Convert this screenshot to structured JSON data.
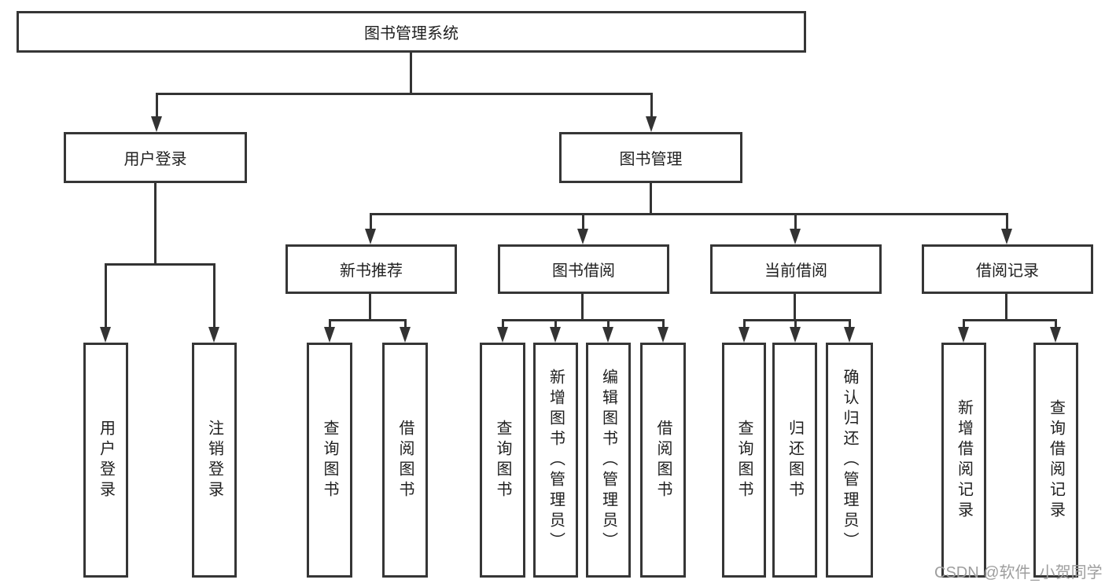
{
  "diagram_title": "图书管理系统",
  "nodes": {
    "root": "图书管理系统",
    "user_login": "用户登录",
    "book_mgmt": "图书管理",
    "new_book": "新书推荐",
    "book_borrow": "图书借阅",
    "current_borrow": "当前借阅",
    "borrow_record": "借阅记录",
    "leaf_login": "用户登录",
    "leaf_logout": "注销登录",
    "leaf_nb_query": "查询图书",
    "leaf_nb_borrow": "借阅图书",
    "leaf_bb_query": "查询图书",
    "leaf_bb_add": "新增图书（管理员）",
    "leaf_bb_edit": "编辑图书（管理员）",
    "leaf_bb_borrow": "借阅图书",
    "leaf_cb_query": "查询图书",
    "leaf_cb_return": "归还图书",
    "leaf_cb_confirm": "确认归还（管理员）",
    "leaf_br_add": "新增借阅记录",
    "leaf_br_query": "查询借阅记录"
  },
  "hierarchy": {
    "图书管理系统": {
      "用户登录": [
        "用户登录",
        "注销登录"
      ],
      "图书管理": {
        "新书推荐": [
          "查询图书",
          "借阅图书"
        ],
        "图书借阅": [
          "查询图书",
          "新增图书（管理员）",
          "编辑图书（管理员）",
          "借阅图书"
        ],
        "当前借阅": [
          "查询图书",
          "归还图书",
          "确认归还（管理员）"
        ],
        "借阅记录": [
          "新增借阅记录",
          "查询借阅记录"
        ]
      }
    }
  },
  "watermark": "CSDN @软件_小贺同学",
  "colors": {
    "line": "#333333",
    "border": "#363636",
    "text": "#1f1f1f",
    "watermark": "#9e9e9e",
    "background": "#ffffff"
  }
}
